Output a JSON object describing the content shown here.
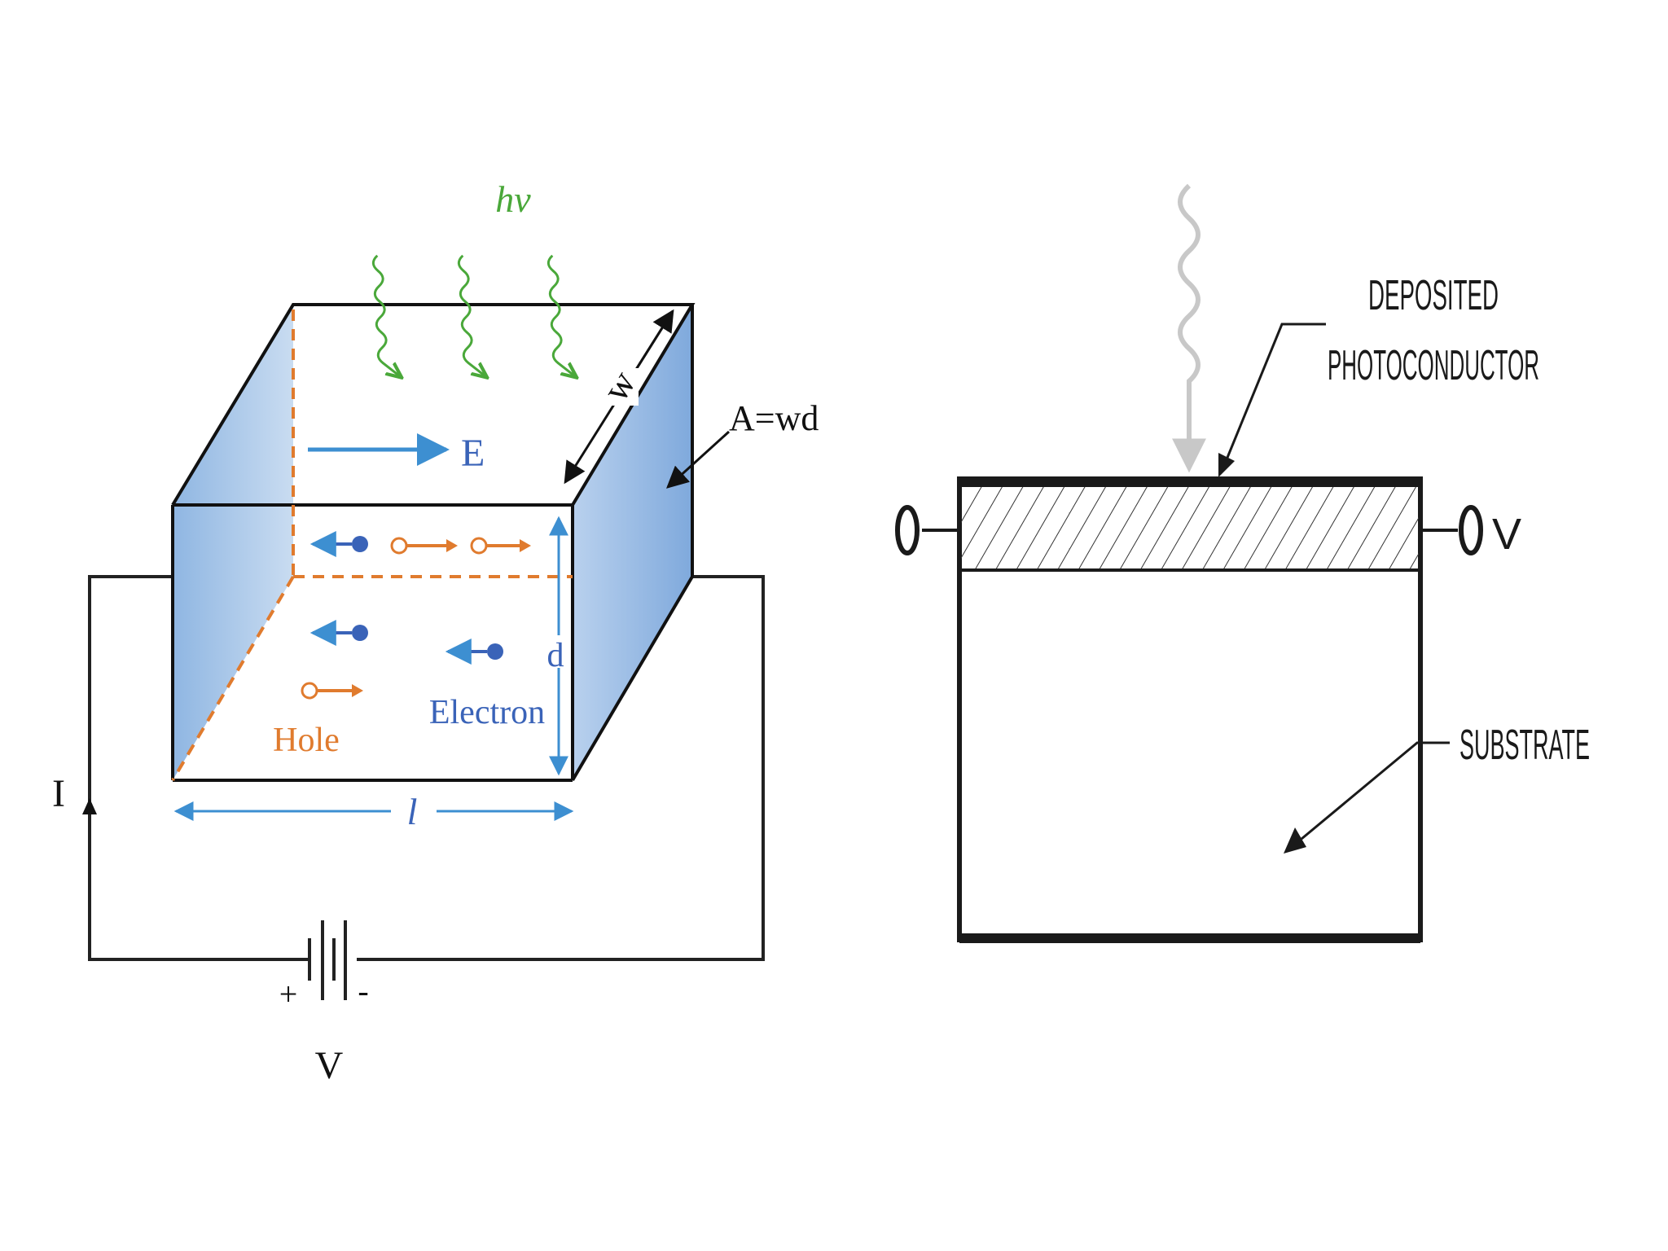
{
  "left_diagram": {
    "photon_label": "hν",
    "field_label": "E",
    "width_label": "w",
    "area_label": "A=wd",
    "thickness_label": "d",
    "length_label": "l",
    "current_label": "I",
    "hole_label": "Hole",
    "electron_label": "Electron",
    "battery_plus": "+",
    "battery_minus": "-",
    "voltage_label": "V",
    "colors": {
      "photon": "#4aa83a",
      "field": "#3d8fd1",
      "hole": "#e07b2e",
      "electron": "#3a63b8",
      "face_fill": "#8fb6e2",
      "wire": "#222222"
    }
  },
  "right_diagram": {
    "deposited_label_line1": "DEPOSITED",
    "deposited_label_line2": "PHOTOCONDUCTOR",
    "substrate_label": "SUBSTRATE",
    "voltage_label": "V",
    "colors": {
      "outline": "#1a1a1a",
      "light_ray": "#c8c8c8"
    }
  }
}
